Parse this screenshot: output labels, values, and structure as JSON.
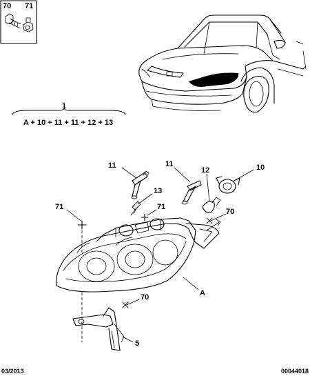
{
  "legend_box": {
    "item_left": "70",
    "item_right": "71"
  },
  "formula": {
    "top_number": "1",
    "expression": "A + 10 + 11 + 11 + 12 + 13"
  },
  "callouts": {
    "c11a": "11",
    "c11b": "11",
    "c12": "12",
    "c10": "10",
    "c13": "13",
    "c71a": "71",
    "c71b": "71",
    "c70a": "70",
    "c70b": "70",
    "cA": "A",
    "c5": "5"
  },
  "footer": {
    "date": "03/2013",
    "reference": "00044018"
  },
  "colors": {
    "ink": "#000000",
    "background": "#ffffff"
  }
}
